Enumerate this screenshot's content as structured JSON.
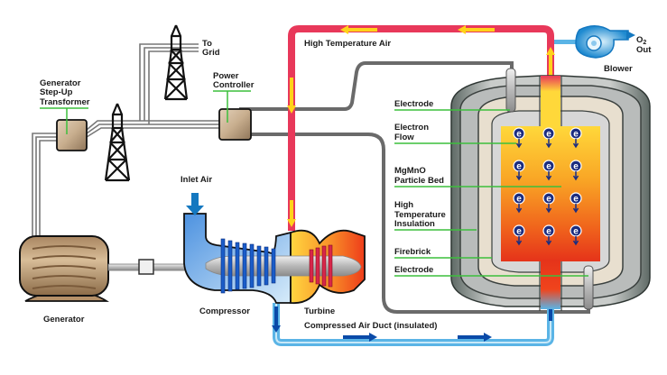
{
  "diagram": {
    "labels": {
      "to_grid_1": "To",
      "to_grid_2": "Grid",
      "power_controller_1": "Power",
      "power_controller_2": "Controller",
      "transformer_1": "Generator",
      "transformer_2": "Step-Up",
      "transformer_3": "Transformer",
      "high_temp_air": "High Temperature Air",
      "o2": "O",
      "o2_sub": "2",
      "out": "Out",
      "blower": "Blower",
      "electrode_top": "Electrode",
      "electron_flow_1": "Electron",
      "electron_flow_2": "Flow",
      "particle_bed_1": "MgMnO",
      "particle_bed_2": "Particle Bed",
      "insulation_1": "High",
      "insulation_2": "Temperature",
      "insulation_3": "Insulation",
      "firebrick": "Firebrick",
      "electrode_bottom": "Electrode",
      "inlet_air": "Inlet Air",
      "generator": "Generator",
      "compressor": "Compressor",
      "turbine": "Turbine",
      "compressed_air_duct": "Compressed Air Duct  (insulated)",
      "electron_symbol": "e"
    },
    "colors": {
      "hot_duct": "#e8385a",
      "flow_arrow_hot": "#ffd21a",
      "cold_duct": "#5ab4e6",
      "flow_arrow_cold": "#0a4aa8",
      "leader_line": "#3cbf3c",
      "wire": "#777777",
      "tan_box": "#c8ae8e"
    }
  }
}
